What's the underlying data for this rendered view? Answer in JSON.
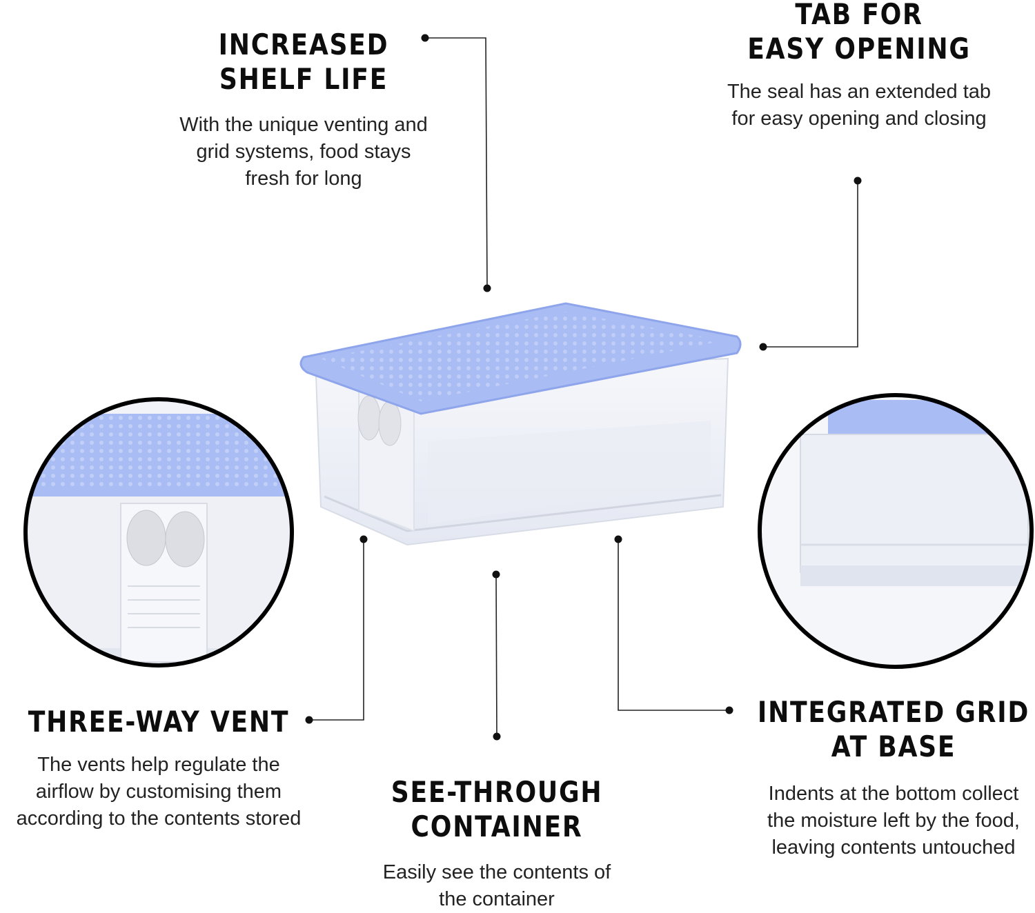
{
  "features": {
    "shelf_life": {
      "title_line1": "INCREASED",
      "title_line2": "SHELF LIFE",
      "desc_line1": "With the unique venting and",
      "desc_line2": "grid systems, food stays",
      "desc_line3": "fresh for long"
    },
    "tab": {
      "title_line1": "TAB FOR",
      "title_line2": "EASY OPENING",
      "desc_line1": "The seal has an extended tab",
      "desc_line2": "for easy opening and closing"
    },
    "vent": {
      "title_line1": "THREE-WAY VENT",
      "desc_line1": "The vents help regulate the",
      "desc_line2": "airflow by customising them",
      "desc_line3": "according to the contents stored"
    },
    "see_through": {
      "title_line1": "SEE-THROUGH",
      "title_line2": "CONTAINER",
      "desc_line1": "Easily see the contents of",
      "desc_line2": "the container"
    },
    "grid": {
      "title_line1": "INTEGRATED GRID",
      "title_line2": "AT BASE",
      "desc_line1": "Indents at the bottom collect",
      "desc_line2": "the moisture left by the food,",
      "desc_line3": "leaving contents untouched"
    }
  },
  "colors": {
    "lid": "#a9bcf3",
    "lid_edge": "#8ea5ec",
    "body": "#eef1f8",
    "leader": "#111111"
  }
}
